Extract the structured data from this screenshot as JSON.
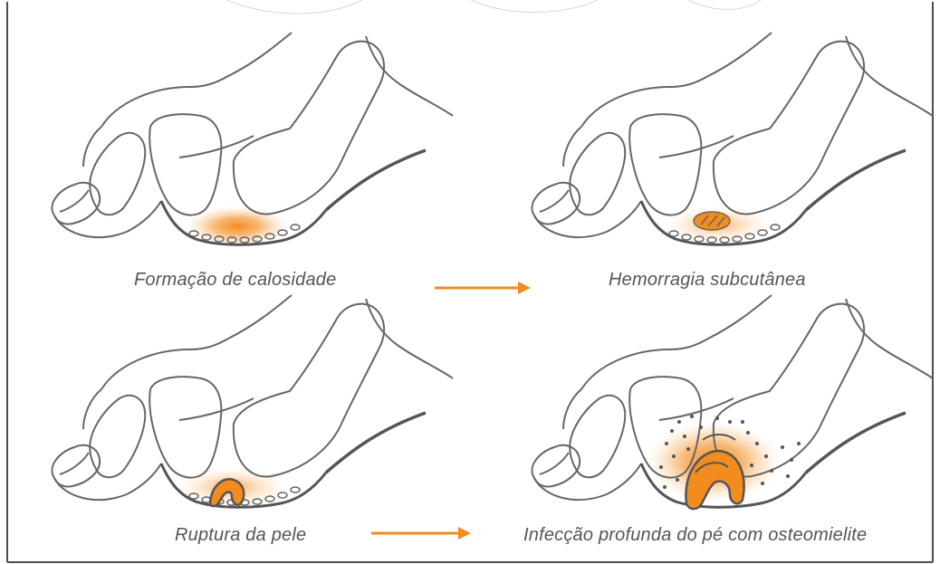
{
  "captions": {
    "stage1": "Formação de calosidade",
    "stage2": "Hemorragia subcutânea",
    "stage3": "Ruptura da pele",
    "stage4": "Infecção profunda do pé com osteomielite"
  },
  "colors": {
    "outline": "#666666",
    "accent": "#f28c1e",
    "frame": "#4d4d4d",
    "text": "#555555"
  }
}
